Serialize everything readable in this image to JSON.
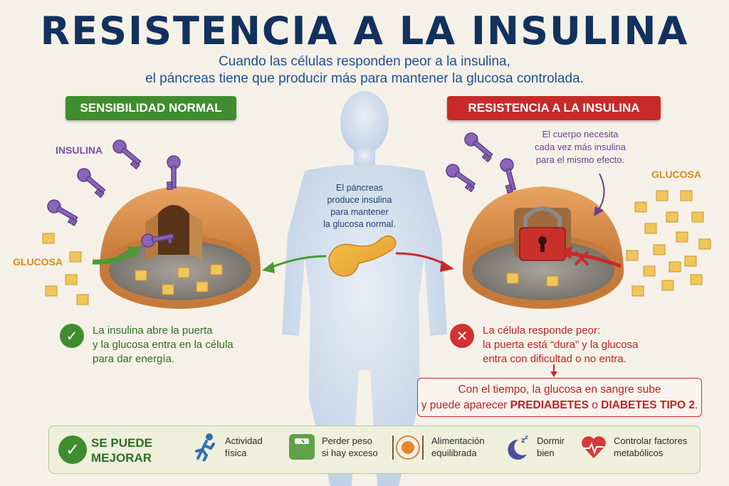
{
  "title": "RESISTENCIA A LA INSULINA",
  "subtitle_line1": "Cuando las células responden peor a la insulina,",
  "subtitle_line2": "el páncreas tiene que producir más para mantener la glucosa controlada.",
  "left_panel": {
    "banner": "SENSIBILIDAD NORMAL",
    "insulin_label": "INSULINA",
    "glucose_label": "GLUCOSA",
    "result_line1": "La insulina abre la puerta",
    "result_line2": "y la glucosa entra en la célula",
    "result_line3": "para dar energía."
  },
  "center": {
    "pancreas_note_line1": "El páncreas",
    "pancreas_note_line2": "produce insulina",
    "pancreas_note_line3": "para mantener",
    "pancreas_note_line4": "la glucosa normal."
  },
  "right_panel": {
    "banner": "RESISTENCIA A LA INSULINA",
    "body_note_line1": "El cuerpo necesita",
    "body_note_line2": "cada vez más insulina",
    "body_note_line3": "para el mismo efecto.",
    "glucose_label": "GLUCOSA",
    "result_line1": "La célula responde peor:",
    "result_line2": "la puerta está “dura” y la glucosa",
    "result_line3": "entra con dificultad o no entra.",
    "warning_line1": "Con el tiempo, la glucosa en sangre sube",
    "warning_line2_pre": "y puede aparecer",
    "warning_prediabetes": "PREDIABETES",
    "warning_or": "o",
    "warning_diabetes": "DIABETES TIPO 2",
    "warning_end": "."
  },
  "bottom": {
    "title_line1": "SE PUEDE",
    "title_line2": "MEJORAR",
    "tips": [
      {
        "icon": "running-person-icon",
        "line1": "Actividad",
        "line2": "física"
      },
      {
        "icon": "scale-icon",
        "line1": "Perder peso",
        "line2": "si hay exceso"
      },
      {
        "icon": "plate-icon",
        "line1": "Alimentación",
        "line2": "equilibrada"
      },
      {
        "icon": "moon-sleep-icon",
        "line1": "Dormir",
        "line2": "bien"
      },
      {
        "icon": "heart-pulse-icon",
        "line1": "Controlar factores",
        "line2": "metabólicos"
      }
    ]
  },
  "colors": {
    "title": "#12315e",
    "green": "#3f8d2f",
    "red": "#c82a2a",
    "insulin": "#8a64b8",
    "glucose": "#e8b848",
    "cell": "#d98c4a"
  }
}
